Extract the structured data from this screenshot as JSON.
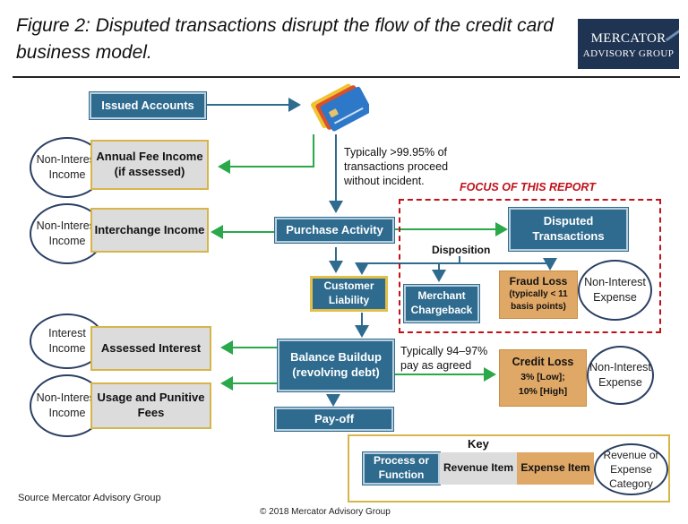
{
  "figure": {
    "title": "Figure 2: Disputed transactions disrupt the flow of the credit card business model.",
    "logo_line1": "Mercator",
    "logo_line2": "Advisory Group"
  },
  "boxes": {
    "issued_accounts": "Issued Accounts",
    "annual_fee": "Annual Fee Income (if assessed)",
    "interchange": "Interchange Income",
    "purchase_activity": "Purchase Activity",
    "customer_liability": "Customer Liability",
    "balance_buildup": "Balance Buildup (revolving debt)",
    "assessed_interest": "Assessed Interest",
    "usage_fees": "Usage and Punitive Fees",
    "payoff": "Pay-off",
    "disputed": "Disputed Transactions",
    "merchant_chargeback": "Merchant Chargeback",
    "fraud_loss_title": "Fraud Loss",
    "fraud_loss_detail": "(typically < 11 basis points)",
    "credit_loss_title": "Credit Loss",
    "credit_loss_detail1": "3% [Low];",
    "credit_loss_detail2": "10% [High]"
  },
  "ellipses": {
    "e1": "Non-Interest Income",
    "e2": "Non-Interest Income",
    "e3": "Interest Income",
    "e4": "Non-Interest Income",
    "e5": "Non-Interest Expense",
    "e6": "Non-Interest Expense"
  },
  "notes": {
    "typically_9995": "Typically >99.95% of transactions proceed without incident.",
    "typically_9497": "Typically 94–97% pay as agreed",
    "disposition": "Disposition",
    "focus": "FOCUS OF THIS REPORT"
  },
  "key": {
    "title": "Key",
    "process": "Process or Function",
    "revenue": "Revenue Item",
    "expense": "Expense Item",
    "category": "Revenue or Expense Category"
  },
  "footer": {
    "source": "Source Mercator Advisory Group",
    "copyright": "© 2018 Mercator Advisory Group"
  },
  "colors": {
    "process": "#2e6b8f",
    "revenue": "#dcdcdc",
    "expense": "#e0a866",
    "arrow_green": "#2aa84a",
    "arrow_blue": "#2e6b8f",
    "focus_red": "#c0121a"
  }
}
